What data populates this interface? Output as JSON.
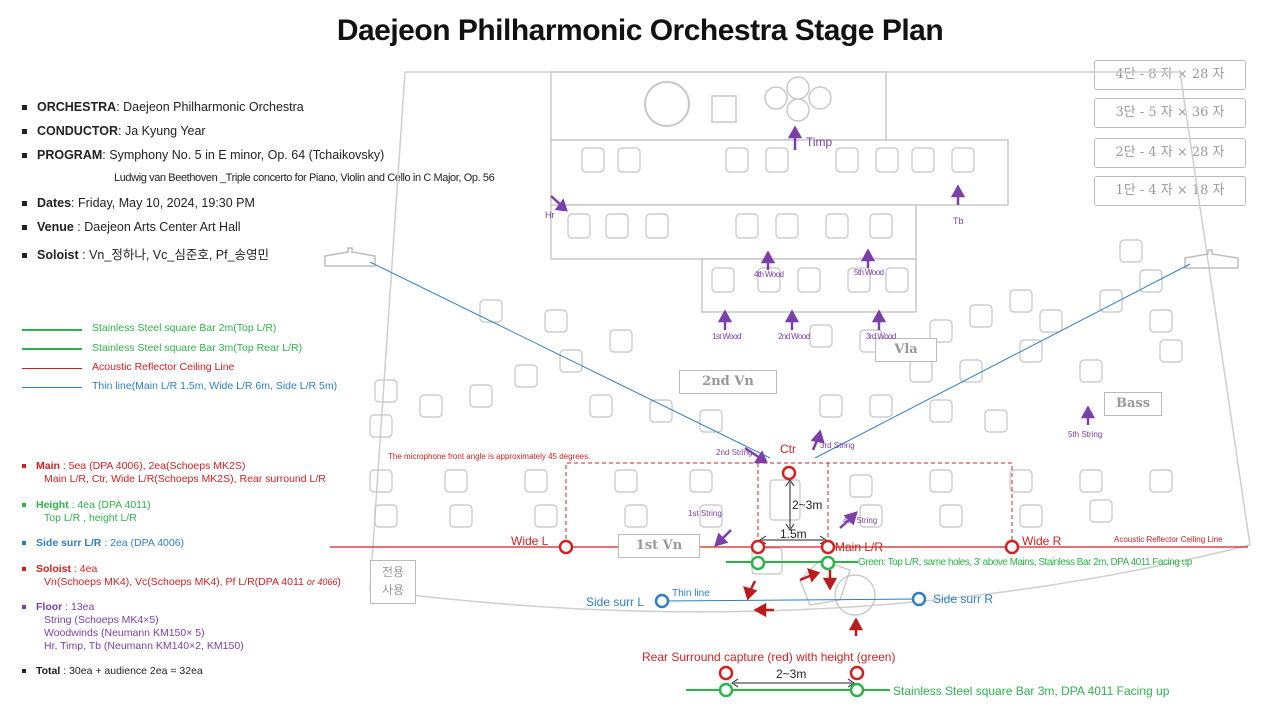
{
  "title": "Daejeon Philharmonic Orchestra Stage Plan",
  "info": {
    "orchestra_label": "ORCHESTRA",
    "orchestra_value": ":  Daejeon  Philharmonic  Orchestra",
    "conductor_label": "CONDUCTOR",
    "conductor_value": ":  Ja  Kyung  Year",
    "program_label": "PROGRAM",
    "program_value": ":  Symphony  No.  5  in  E  minor,  Op.  64  (Tchaikovsky)",
    "program_value2": "Ludwig  van  Beethoven  _Triple  concerto  for  Piano,  Violin  and  Cello  in  C  Major,  Op.  56",
    "dates_label": "Dates",
    "dates_value": ":  Friday,  May  10,  2024,  19:30  PM",
    "venue_label": "Venue",
    "venue_value": " :  Daejeon  Arts  Center  Art  Hall",
    "soloist_label": "Soloist",
    "soloist_value": " :  Vn_정하나,  Vc_심준호,  Pf_송영민"
  },
  "legend": {
    "items": [
      {
        "label": "Stainless Steel square Bar 2m(Top L/R)",
        "color": "#2db34a"
      },
      {
        "label": "Stainless Steel square Bar 3m(Top Rear L/R)",
        "color": "#2db34a"
      },
      {
        "label": "Acoustic Reflector Ceiling Line",
        "color": "#d42020"
      },
      {
        "label": "Thin line(Main L/R 1.5m, Wide L/R 6m, Side L/R 5m)",
        "color": "#2f7fc1"
      }
    ]
  },
  "mics": {
    "main_head": "Main",
    "main_count": " : 5ea (DPA 4006), 2ea(Schoeps MK2S)",
    "main_detail": "Main L/R, Ctr, Wide L/R(Schoeps MK2S), Rear surround L/R",
    "height_head": "Height",
    "height_count": " : 4ea (DPA 4011)",
    "height_detail": "Top L/R , height L/R",
    "side_head": "Side surr L/R",
    "side_count": " : 2ea (DPA 4006)",
    "soloist_head": "Soloist",
    "soloist_count": " : 4ea",
    "soloist_detail_a": "Vn(Schoeps MK4), Vc(Schoeps MK4), Pf L/R(DPA 4011 ",
    "soloist_detail_b": "or 4066",
    "soloist_detail_c": ")",
    "floor_head": "Floor",
    "floor_count": " : 13ea",
    "floor_d1": "String (Schoeps MK4×5)",
    "floor_d2": "Woodwinds (Neumann KM150× 5)",
    "floor_d3": "Hr,  Timp,  Tb (Neumann KM140×2, KM150)",
    "total_head": "Total",
    "total_value": " : 30ea + audience 2ea = 32ea",
    "colors": {
      "main": "#d42020",
      "height": "#2db34a",
      "side": "#2f7fc1",
      "soloist": "#d42020",
      "floor": "#7a3fa8",
      "total": "#222222"
    }
  },
  "tiers": [
    "4단 - 8 자 × 28 자",
    "3단 - 5 자 × 36 자",
    "2단 - 4 자 × 28 자",
    "1단 - 4 자 × 18 자"
  ],
  "sections": {
    "second_vn": "2nd  Vn",
    "vla": "Vla",
    "bass": "Bass",
    "first_vn": "1st  Vn",
    "podium_a": "전용",
    "podium_b": "사용"
  },
  "labels": {
    "timp": "Timp",
    "hr": "Hr",
    "tb": "Tb",
    "wood1": "1st Wood",
    "wood2": "2nd Wood",
    "wood3": "3rd Wood",
    "wood4": "4th Wood",
    "wood5": "5th Wood",
    "str1": "1st String",
    "str2": "2nd String",
    "str3": "3rd String",
    "str4": "4th String",
    "str5": "5th String",
    "ctr": "Ctr",
    "angle_note": "The  microphone  front  angle  is  approximately  45  degrees.",
    "dist_23": "2~3m",
    "dist_15": "1.5m",
    "wide_l": "Wide  L",
    "wide_r": "Wide  R",
    "main_lr": "Main  L/R",
    "reflector": "Acoustic  Reflector  Ceiling  Line",
    "green_note": "Green: Top L/R, same holes, 3' above Mains, Stainless Bar 2m, DPA 4011 Facing up",
    "thin_line": "Thin line",
    "side_l": "Side  surr  L",
    "side_r": "Side  surr  R",
    "rear": "Rear  Surround  capture  (red)  with  height  (green)",
    "rear_dist": "2~3m",
    "rear_bar": "Stainless  Steel  square  Bar  3m,  DPA  4011  Facing  up"
  },
  "colors": {
    "red": "#d42020",
    "green": "#2db34a",
    "blue": "#2f7fc1",
    "purple": "#7a3fa8",
    "gray": "#bdbdbd"
  }
}
